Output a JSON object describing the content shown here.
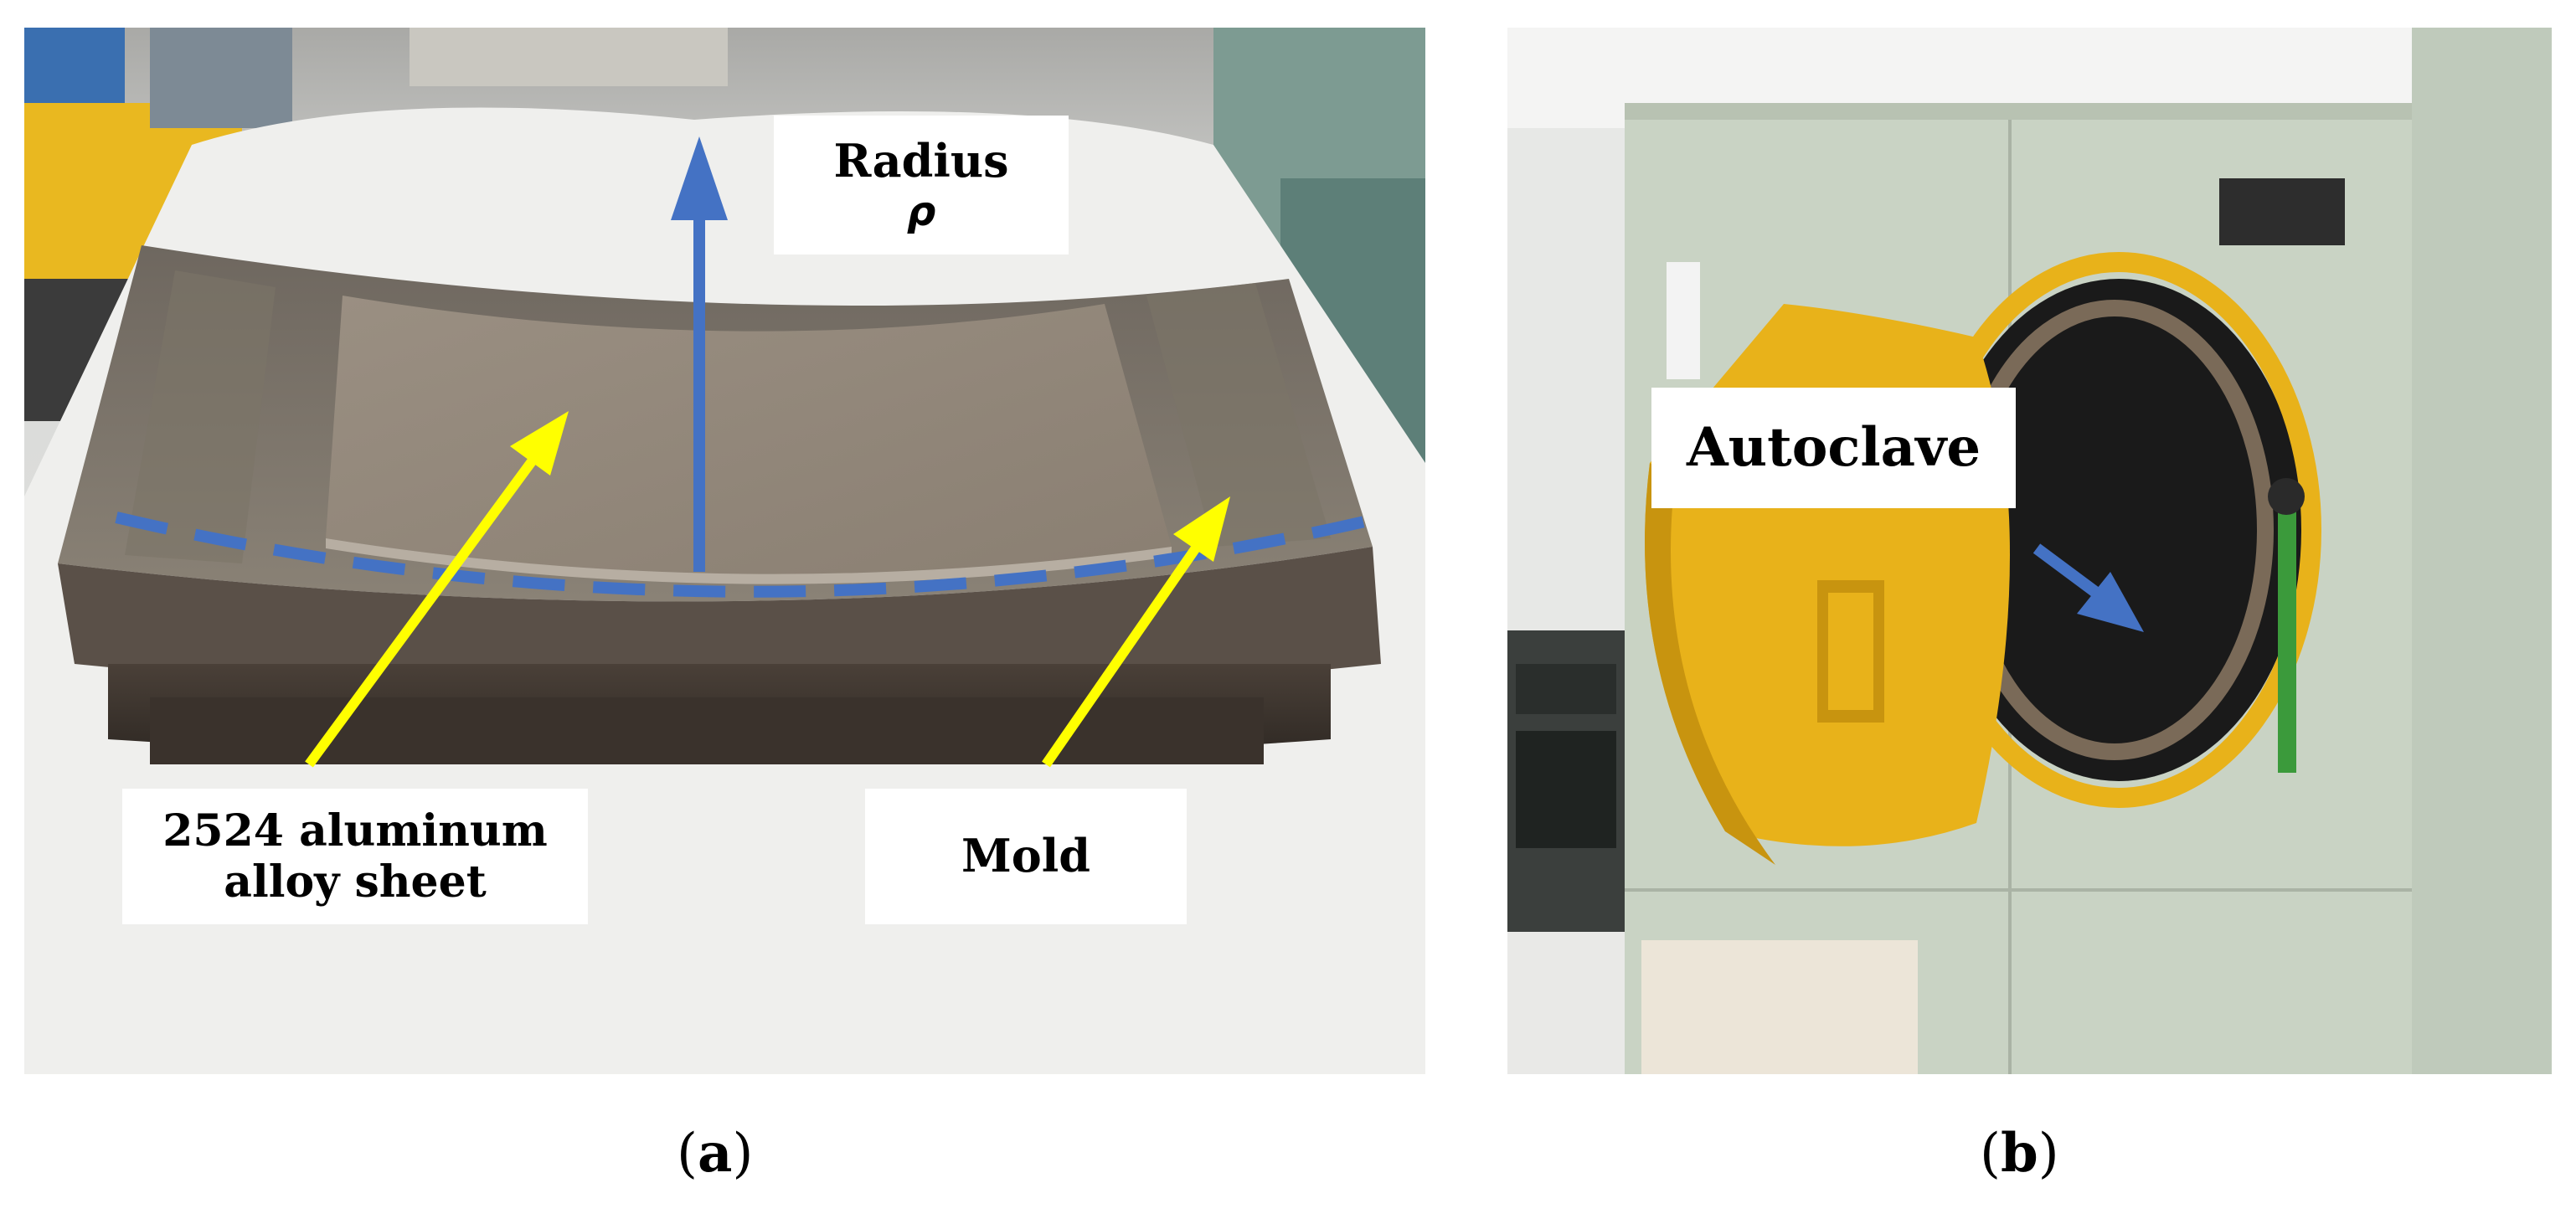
{
  "panel_a": {
    "labels": {
      "radius": "Radius",
      "radius_symbol": "ρ",
      "sheet_line1": "2524 aluminum",
      "sheet_line2": "alloy sheet",
      "mold": "Mold"
    },
    "caption_open": "(",
    "caption_letter": "a",
    "caption_close": ")"
  },
  "panel_b": {
    "labels": {
      "autoclave": "Autoclave"
    },
    "caption_open": "(",
    "caption_letter": "b",
    "caption_close": ")"
  },
  "colors": {
    "radius_arrow": "#4472c4",
    "pointer_arrows": "#ffff00",
    "autoclave_arrow": "#4472c4",
    "autoclave_door": "#e8b21a",
    "autoclave_body": "#c9d3c4"
  }
}
